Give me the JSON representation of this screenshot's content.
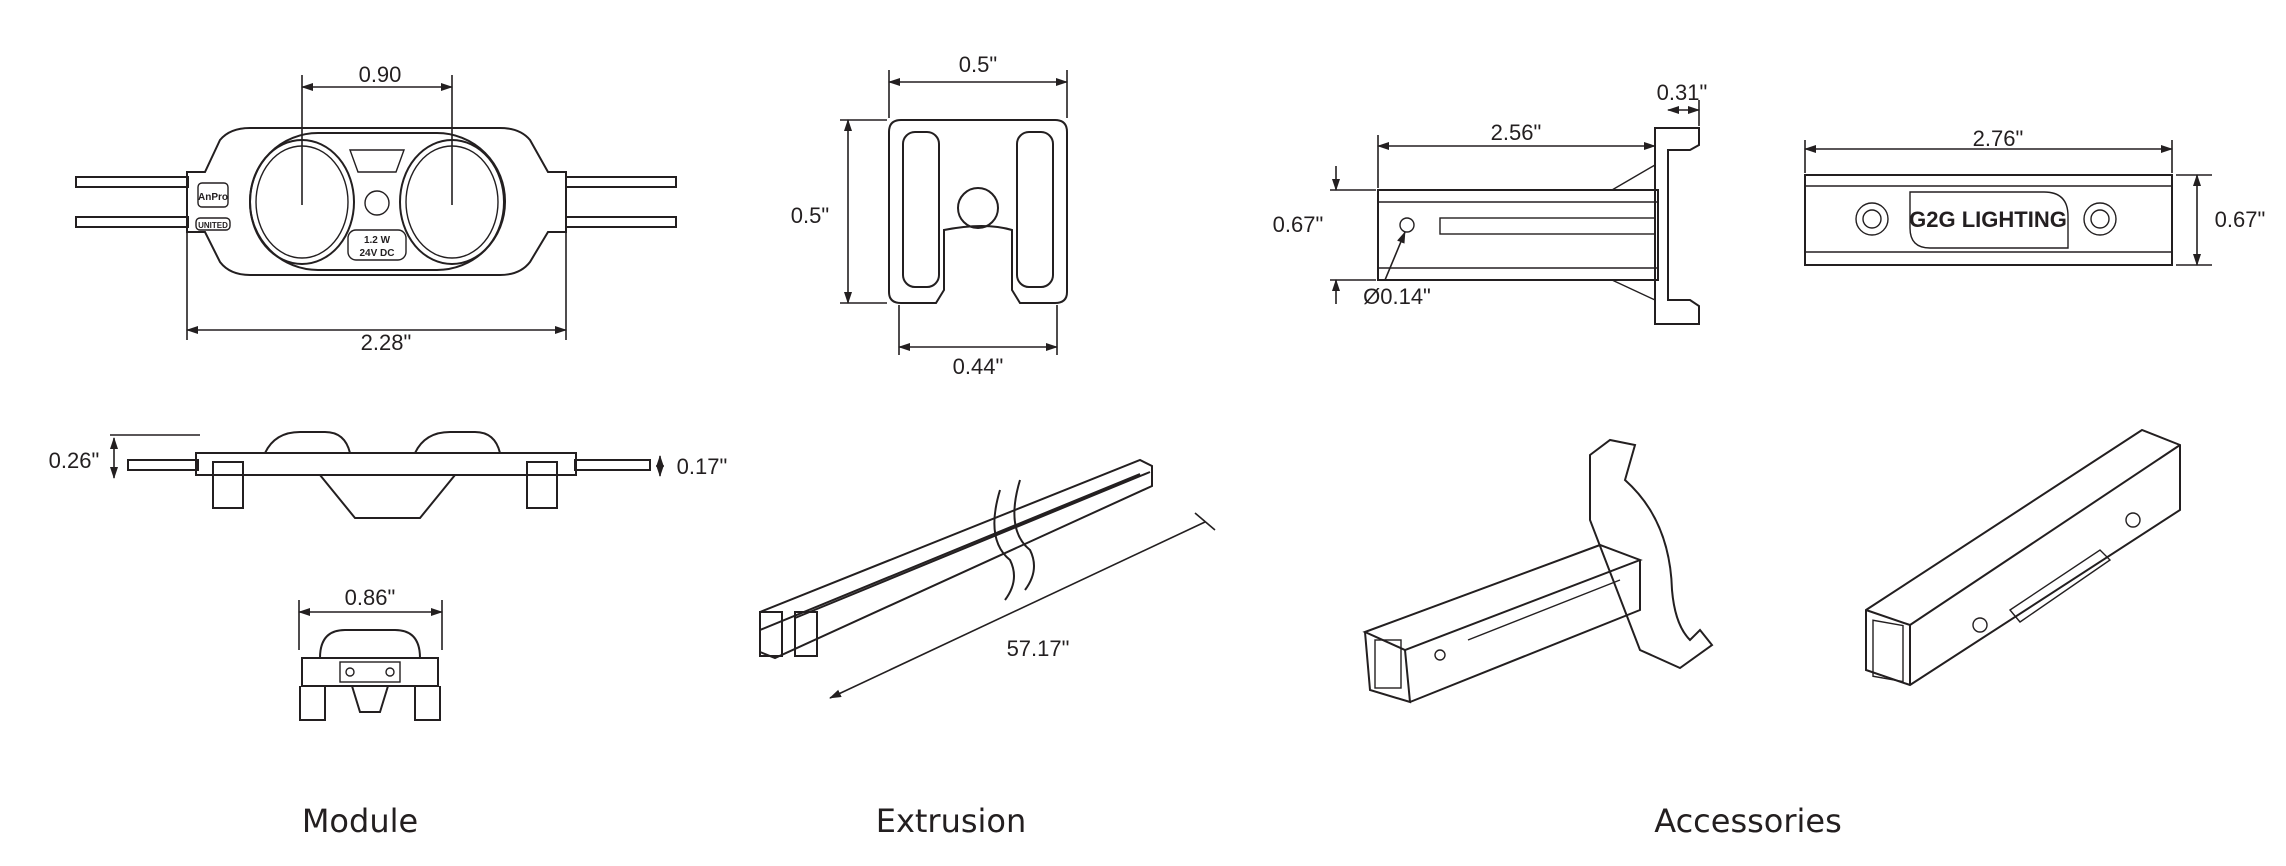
{
  "module": {
    "label": "Module",
    "dim_led_spacing": "0.90",
    "dim_length": "2.28\"",
    "dim_height_total": "0.26\"",
    "dim_height_body": "0.17\"",
    "dim_width": "0.86\"",
    "marking_brand": "AnPro",
    "marking_maker": "UNITED",
    "marking_power": "1.2 W",
    "marking_voltage": "24V DC"
  },
  "extrusion": {
    "label": "Extrusion",
    "dim_top_width": "0.5\"",
    "dim_height": "0.5\"",
    "dim_bottom_width": "0.44\"",
    "dim_length": "57.17\""
  },
  "accessories": {
    "label": "Accessories",
    "bracket_dim_length": "2.56\"",
    "bracket_dim_flange": "0.31\"",
    "bracket_dim_height": "0.67\"",
    "bracket_dim_hole": "Ø0.14\"",
    "connector_dim_length": "2.76\"",
    "connector_dim_height": "0.67\"",
    "logo_text": "G2G LIGHTING"
  },
  "colors": {
    "line": "#231f20",
    "background": "#ffffff"
  }
}
